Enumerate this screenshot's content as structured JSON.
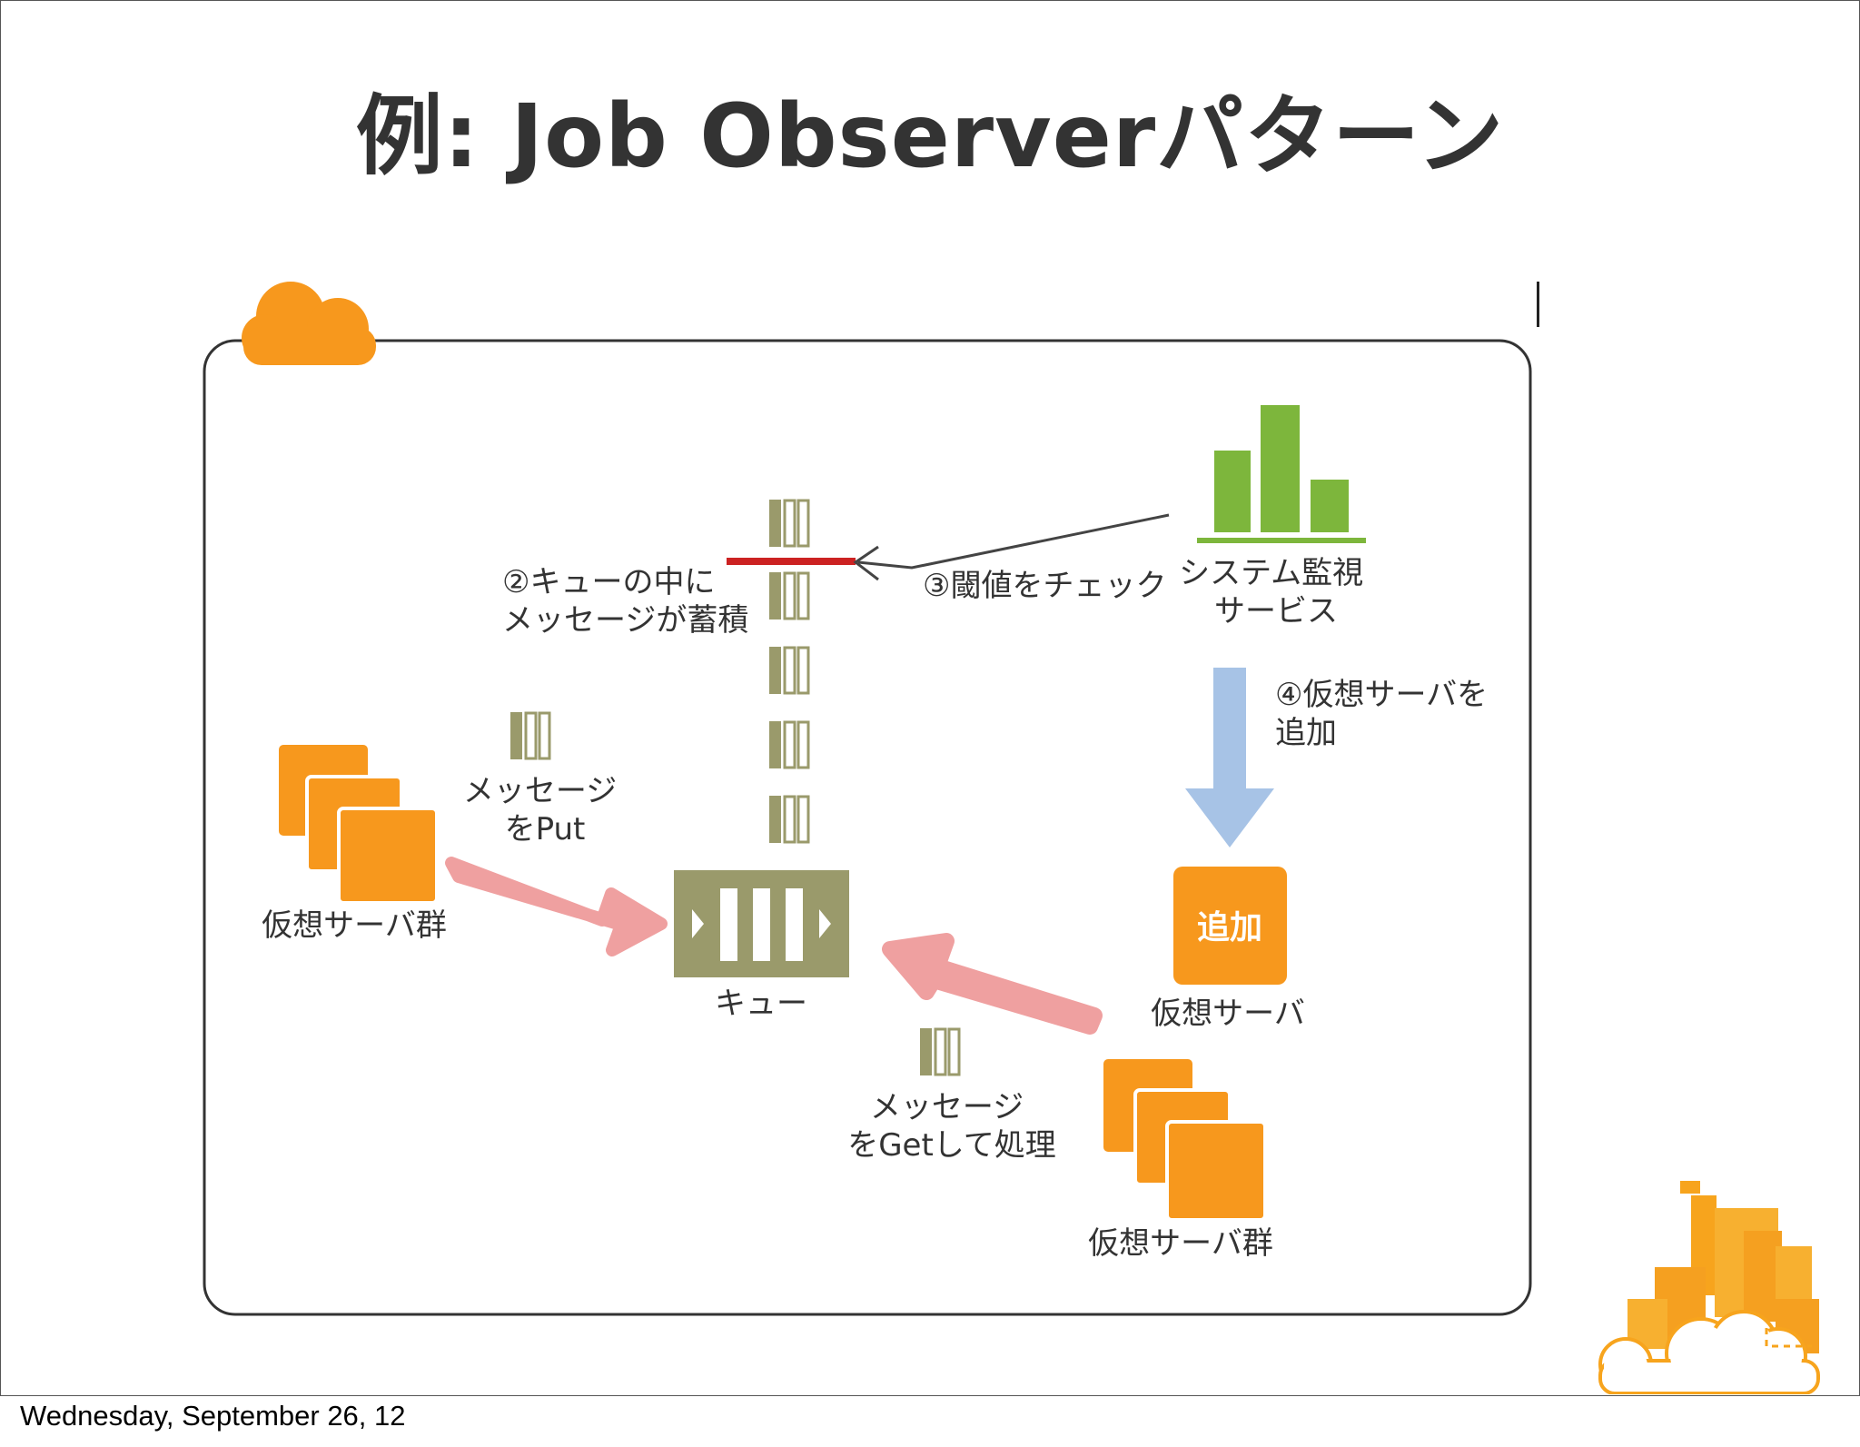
{
  "slide": {
    "title": "例: Job Observerパターン"
  },
  "diagram": {
    "step2_label": [
      "②キューの中に",
      "メッセージが蓄積"
    ],
    "step3_label": "③閾値をチェック",
    "monitor_label": [
      "システム監視",
      "サービス"
    ],
    "step4_label": [
      "④仮想サーバを",
      "追加"
    ],
    "put_label": [
      "メッセージ",
      "をPut"
    ],
    "producer_group_label": "仮想サーバ群",
    "queue_label": "キュー",
    "add_badge_text": "追加",
    "added_server_label": "仮想サーバ",
    "get_label": [
      "メッセージ",
      "をGetして処理"
    ],
    "consumer_group_label": "仮想サーバ群"
  },
  "colors": {
    "orange": "#F7981D",
    "queue_olive": "#9A9A6B",
    "monitor_green": "#7DB63C",
    "flow_arrow_pink": "#EFA0A0",
    "scale_arrow_blue": "#A7C3E6",
    "threshold_red": "#CC2222"
  },
  "footer": {
    "date": "Wednesday, September 26, 12"
  }
}
